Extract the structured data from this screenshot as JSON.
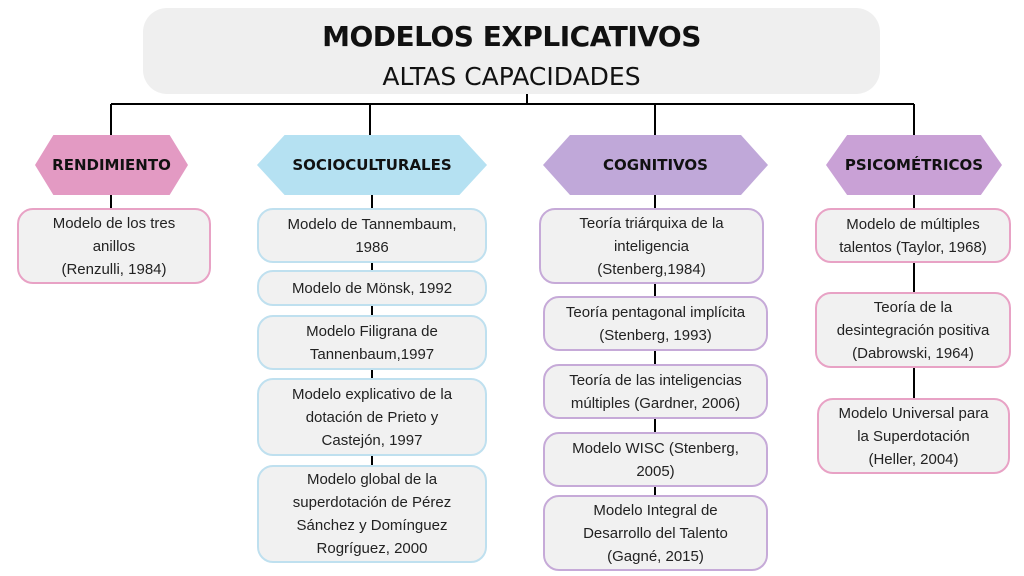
{
  "title": {
    "main": "MODELOS EXPLICATIVOS",
    "sub": "ALTAS CAPACIDADES"
  },
  "colors": {
    "rendimiento": "#e39ac3",
    "socioculturales": "#b5e1f2",
    "cognitivos": "#c0a8d9",
    "psicometricos": "#c9a1d6",
    "line": "#000000"
  },
  "categories": [
    {
      "label": "RENDIMIENTO",
      "items": [
        "Modelo de los tres\nanillos\n(Renzulli, 1984)"
      ]
    },
    {
      "label": "SOCIOCULTURALES",
      "items": [
        "Modelo de Tannembaum,\n1986",
        "Modelo de Mönsk, 1992",
        "Modelo Filigrana  de\nTannenbaum,1997",
        "Modelo explicativo de la\ndotación de Prieto y\nCastejón, 1997",
        "Modelo global de la\nsuperdotación de Pérez\nSánchez y Domínguez\nRogríguez, 2000"
      ]
    },
    {
      "label": "COGNITIVOS",
      "items": [
        "Teoría triárquixa de la\ninteligencia\n(Stenberg,1984)",
        "Teoría pentagonal implícita\n(Stenberg, 1993)",
        "Teoría de las inteligencias\nmúltiples (Gardner, 2006)",
        "Modelo WISC (Stenberg,\n2005)",
        "Modelo Integral de\nDesarrollo del Talento\n(Gagné, 2015)"
      ]
    },
    {
      "label": "PSICOMÉTRICOS",
      "items": [
        "Modelo de múltiples\ntalentos (Taylor, 1968)",
        "Teoría de la\ndesintegración positiva\n(Dabrowski, 1964)",
        "Modelo Universal para\nla Superdotación\n(Heller, 2004)"
      ]
    }
  ]
}
